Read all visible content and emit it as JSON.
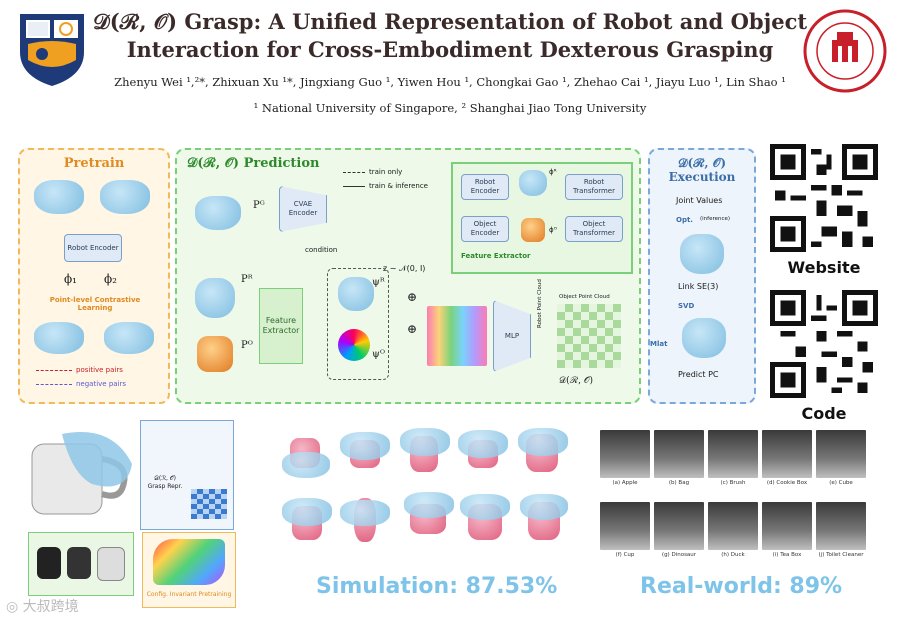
{
  "header": {
    "title_line1": "𝒟(ℛ, 𝒪) Grasp: A Unified Representation of Robot and Object",
    "title_line2": "Interaction for Cross-Embodiment Dexterous Grasping",
    "authors": "Zhenyu Wei ¹,²*, Zhixuan Xu ¹*, Jingxiang Guo ¹, Yiwen Hou ¹,  Chongkai Gao ¹,  Zhehao Cai ¹, Jiayu Luo ¹, Lin Shao ¹",
    "affiliations": "¹ National University of Singapore, ² Shanghai Jiao Tong University"
  },
  "pretrain": {
    "title": "Pretrain",
    "encoder": "Robot Encoder",
    "phi1": "ϕ₁",
    "phi2": "ϕ₂",
    "loss": "Point-level Contrastive Learning",
    "positive": "positive pairs",
    "negative": "negative pairs"
  },
  "prediction": {
    "title": "𝒟(ℛ, 𝒪) Prediction",
    "train_only": "train only",
    "train_inference": "train & inference",
    "cvae": "CVAE Encoder",
    "condition": "condition",
    "pg": "Pᴳ",
    "pr": "Pᴿ",
    "po": "Pᴼ",
    "psi_r": "ψᴿ",
    "psi_o": "ψᴼ",
    "z": "z ∼ 𝒩(0, I)",
    "feature_extractor": "Feature Extractor",
    "fe_robot_encoder": "Robot Encoder",
    "fe_object_encoder": "Object Encoder",
    "fe_robot_transformer": "Robot Transformer",
    "fe_object_transformer": "Object Transformer",
    "fe_label": "Feature Extractor",
    "mlp": "MLP",
    "object_point_cloud": "Object Point Cloud",
    "robot_point_cloud": "Robot Point Cloud",
    "dro": "𝒟(ℛ, 𝒪)",
    "phi_r_small": "ϕᴿ",
    "phi_o_small": "ϕᴼ"
  },
  "execution": {
    "title": "𝒟(ℛ, 𝒪) Execution",
    "joint_values": "Joint Values",
    "opt": "Opt.",
    "inference": "(inference)",
    "link_se3": "Link SE(3)",
    "svd": "SVD",
    "mlat": "Mlat",
    "predict_pc": "Predict PC"
  },
  "qr": {
    "website_label": "Website",
    "code_label": "Code"
  },
  "bottom": {
    "grasp_repr": "𝒟(ℛ, 𝒪) Grasp Repr.",
    "config_invariant": "Config. Invariant Pretraining",
    "simulation": "Simulation: 87.53%",
    "realworld": "Real-world: 89%",
    "captions": [
      "(a) Apple",
      "(b) Bag",
      "(c) Brush",
      "(d) Cookie Box",
      "(e) Cube",
      "(f) Cup",
      "(g) Dinosaur",
      "(h) Duck",
      "(i) Tea Box",
      "(j) Toilet Cleaner"
    ],
    "watermark": "大叔跨境"
  },
  "colors": {
    "pretrain_border": "#f0b95a",
    "prediction_border": "#7ccf7a",
    "execution_border": "#7aa8d8",
    "stat_color": "#7ec3e8"
  }
}
